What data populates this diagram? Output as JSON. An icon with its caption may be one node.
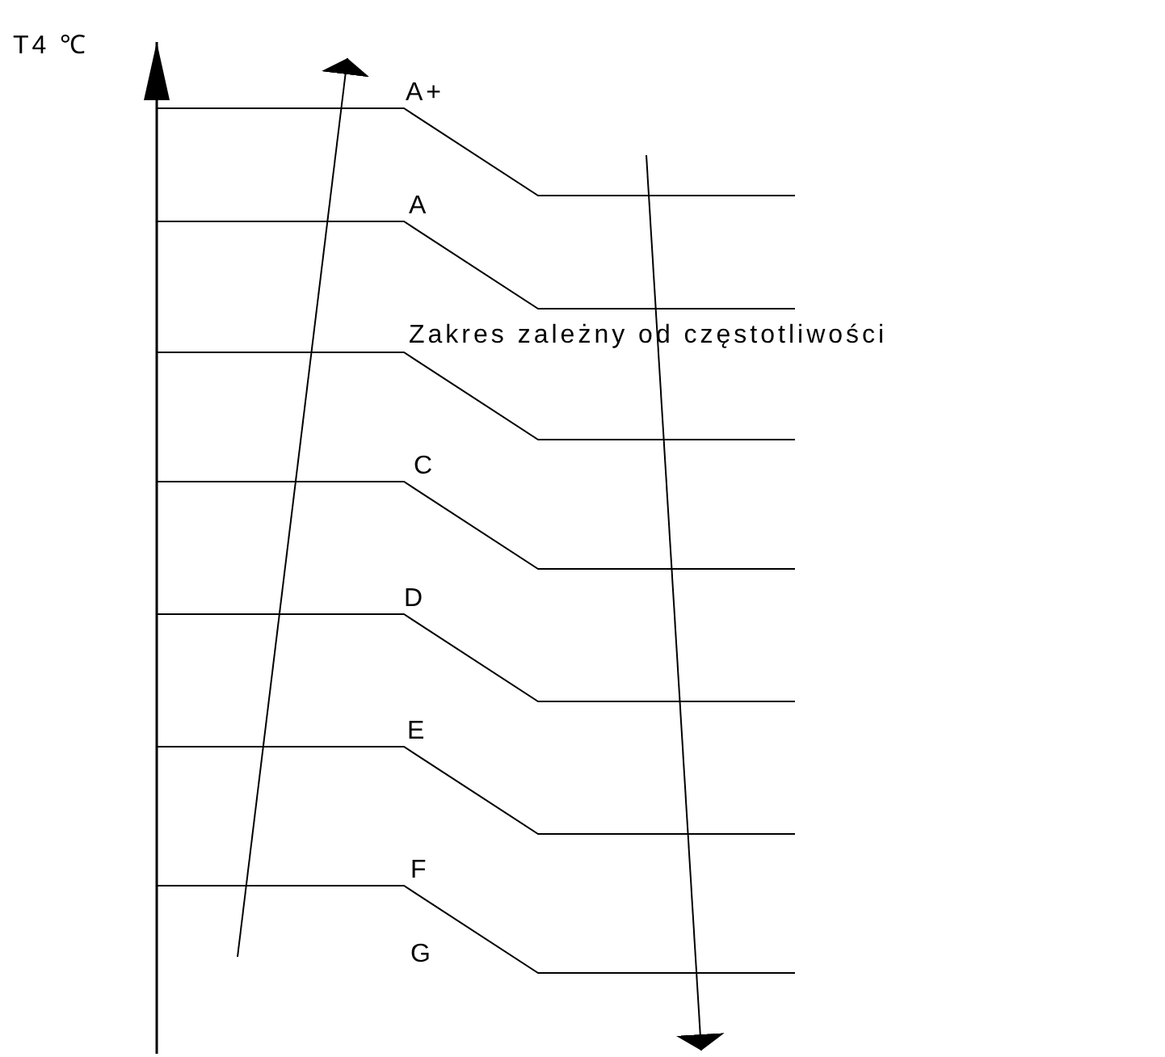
{
  "diagram": {
    "labels": [
      "T4 ℃",
      "A+",
      "A",
      "Zakres zależny od częstotliwości",
      "C",
      "D",
      "E",
      "F",
      "G"
    ]
  }
}
